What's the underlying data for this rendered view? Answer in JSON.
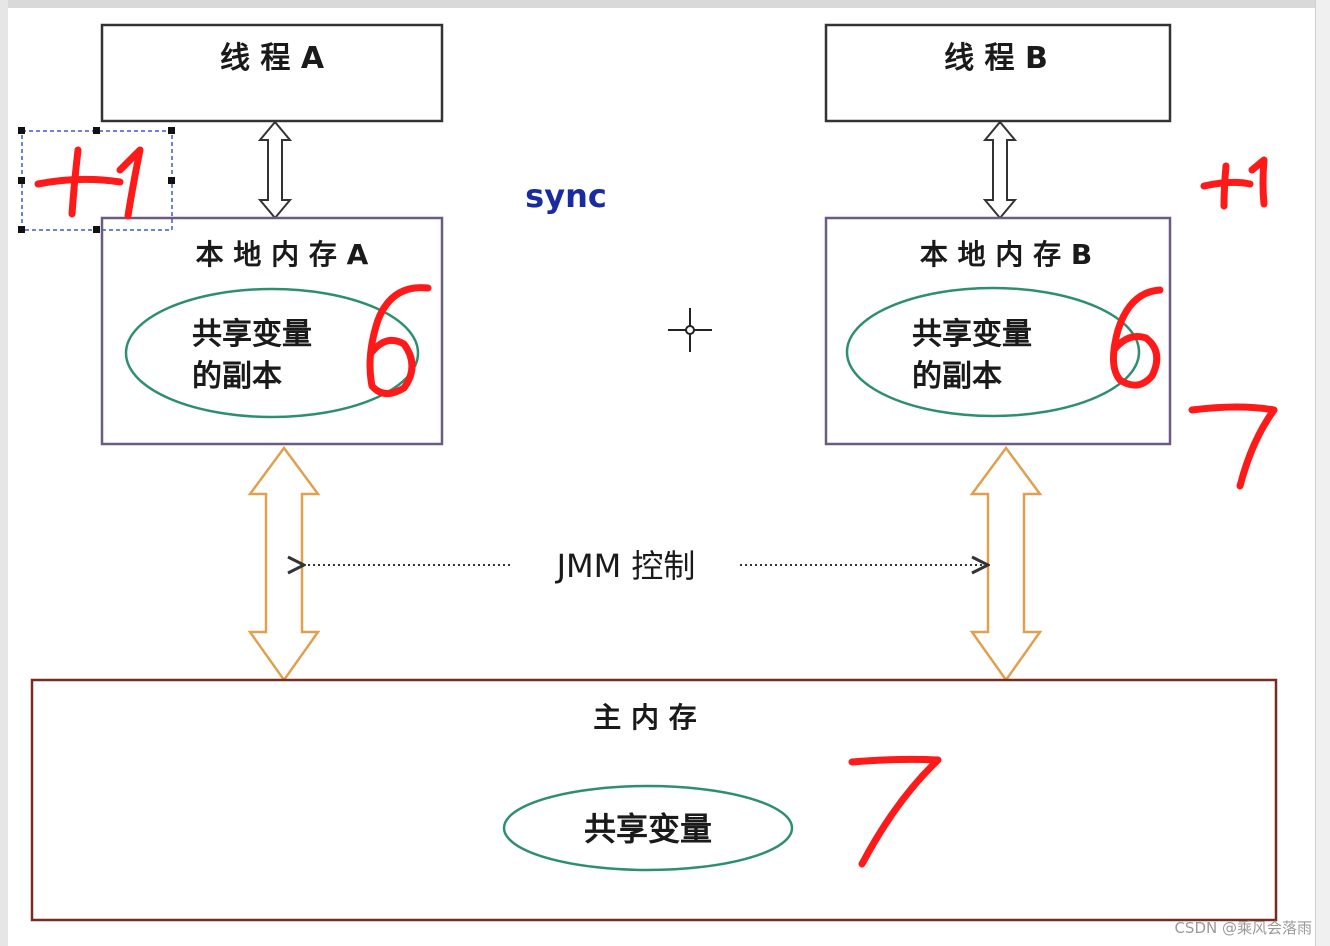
{
  "thread_a": {
    "label": "线 程 A"
  },
  "thread_b": {
    "label": "线 程 B"
  },
  "local_a": {
    "title": "本 地 内 存 A",
    "copy_line1": "共享变量",
    "copy_line2": "的副本"
  },
  "local_b": {
    "title": "本 地 内 存 B",
    "copy_line1": "共享变量",
    "copy_line2": "的副本"
  },
  "main_memory": {
    "title": "主 内 存",
    "shared_var": "共享变量"
  },
  "jmm_label": "JMM 控制",
  "sync_label": "sync",
  "handwritten": {
    "plus_one_left": "+1",
    "plus_one_right": "+1",
    "local_a_value": "6",
    "local_b_value": "6",
    "right_value": "7",
    "main_value": "7"
  },
  "watermark": "CSDN @乘风会落雨",
  "colors": {
    "box_border": "#6b5a86",
    "main_border": "#7a2a1e",
    "ellipse": "#2e8f6e",
    "arrow_orange": "#e0a050",
    "sync_blue": "#1a2aa0",
    "handwriting": "#ff1a1a"
  }
}
